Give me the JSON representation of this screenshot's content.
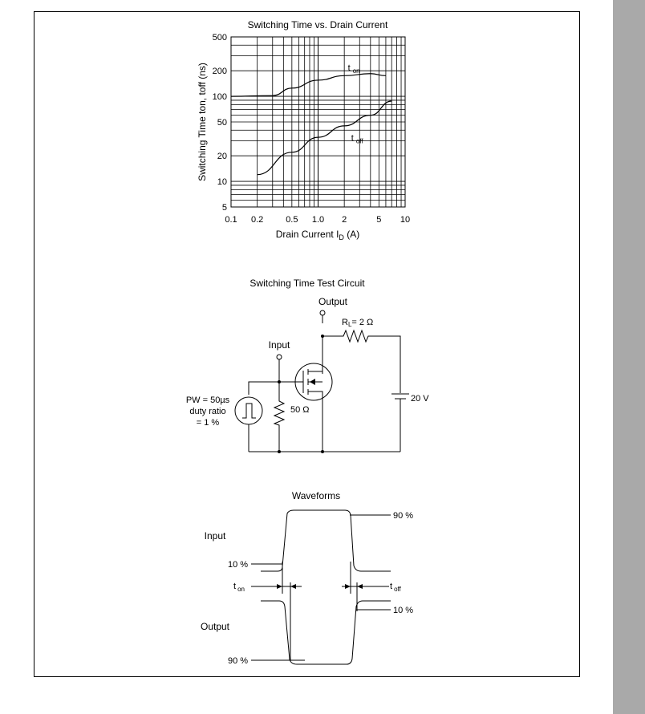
{
  "chart_data": {
    "type": "line",
    "title": "Switching Time vs. Drain Current",
    "xlabel_prefix": "Drain Current  I",
    "xlabel_sub": "D",
    "xlabel_suffix": "  (A)",
    "ylabel": "Switching Time  ton, toff  (ns)",
    "x_scale": "log",
    "y_scale": "log",
    "xlim": [
      0.1,
      10
    ],
    "ylim": [
      5,
      500
    ],
    "grid": true,
    "x_tick_labels": [
      "0.1",
      "0.2",
      "0.5",
      "1.0",
      "2",
      "5",
      "10"
    ],
    "x_tick_values": [
      0.1,
      0.2,
      0.5,
      1.0,
      2,
      5,
      10
    ],
    "y_tick_labels": [
      "5",
      "10",
      "20",
      "50",
      "100",
      "200",
      "500"
    ],
    "y_tick_values": [
      5,
      10,
      20,
      50,
      100,
      200,
      500
    ],
    "series": [
      {
        "name": "t on",
        "label_main": "t",
        "label_sub": "on",
        "x": [
          0.1,
          0.3,
          0.5,
          1.0,
          2.0,
          4.0,
          6.0
        ],
        "y": [
          100,
          102,
          125,
          155,
          175,
          185,
          175
        ]
      },
      {
        "name": "t off",
        "label_main": "t",
        "label_sub": "off",
        "x": [
          0.2,
          0.5,
          1.0,
          2.0,
          4.0,
          7.0
        ],
        "y": [
          12,
          22,
          33,
          45,
          60,
          88
        ]
      }
    ]
  },
  "circuit": {
    "title": "Switching Time Test Circuit",
    "output_label": "Output",
    "input_label": "Input",
    "rl_label_main": "R",
    "rl_label_sub": "L",
    "rl_label_value": "= 2 Ω",
    "r50_label": "50 Ω",
    "voltage_label": "20 V",
    "pw_lines": [
      "PW = 50µs",
      "duty ratio",
      "= 1 %"
    ]
  },
  "waveforms": {
    "title": "Waveforms",
    "input_label": "Input",
    "output_label": "Output",
    "input_90": "90 %",
    "input_10": "10 %",
    "output_10": "10 %",
    "output_90": "90 %",
    "ton_main": "t",
    "ton_sub": "on",
    "toff_main": "t",
    "toff_sub": "off"
  }
}
